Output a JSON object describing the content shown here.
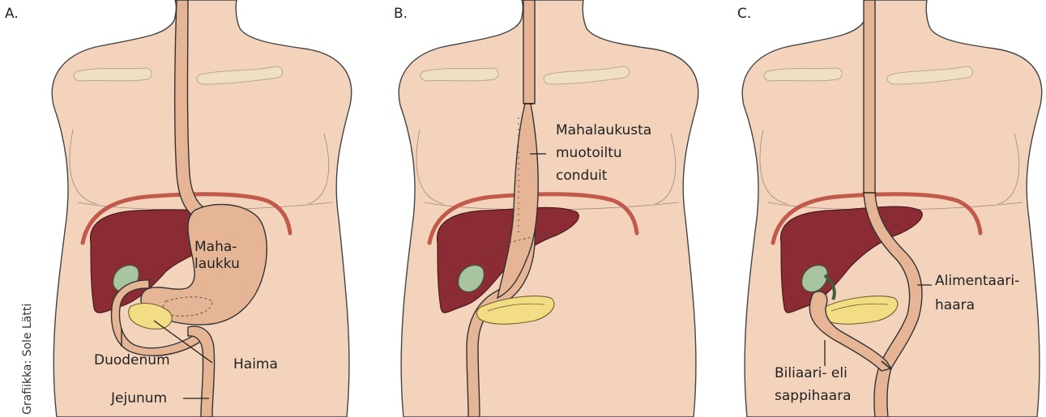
{
  "panels": [
    {
      "letter": "A.",
      "labels": {
        "stomach_line1": "Maha-",
        "stomach_line2": "laukku",
        "duodenum": "Duodenum",
        "pancreas": "Haima",
        "jejunum": "Jejunum"
      }
    },
    {
      "letter": "B.",
      "labels": {
        "conduit_line1": "Mahalaukusta",
        "conduit_line2": "muotoiltu",
        "conduit_line3": "conduit"
      }
    },
    {
      "letter": "C.",
      "labels": {
        "alimentary_line1": "Alimentaari-",
        "alimentary_line2": "haara",
        "biliary_line1": "Biliaari- eli",
        "biliary_line2": "sappihaara"
      }
    }
  ],
  "credit": "Grafiikka: Sole Lätti",
  "colors": {
    "skin": "#f4d3bd",
    "liver": "#8b2b33",
    "gut": "#e6b596",
    "pancreas": "#f3dd84",
    "gallbladder": "#a8c5a0",
    "diaphragm": "#c15a4a"
  }
}
